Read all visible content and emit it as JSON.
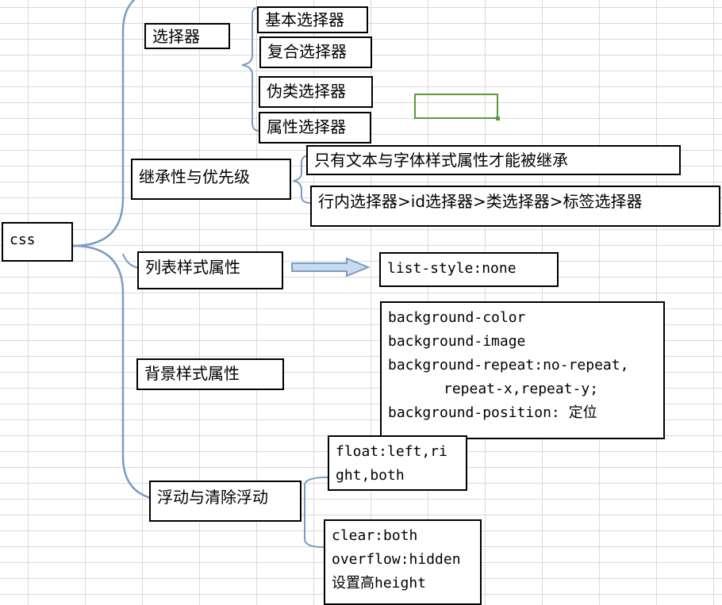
{
  "root": {
    "label": "css"
  },
  "selectors": {
    "label": "选择器",
    "children": [
      "基本选择器",
      "复合选择器",
      "伪类选择器",
      "属性选择器"
    ]
  },
  "inheritance": {
    "label": "继承性与优先级",
    "children": [
      "只有文本与字体样式属性才能被继承",
      "行内选择器>id选择器>类选择器>标签选择器"
    ]
  },
  "list_style": {
    "label": "列表样式属性",
    "value": "list-style:none"
  },
  "background": {
    "label": "背景样式属性",
    "lines": [
      "background-color",
      "background-image",
      "background-repeat:no-repeat,",
      "repeat-x,repeat-y;",
      "background-position: 定位"
    ]
  },
  "float": {
    "label": "浮动与清除浮动",
    "float_lines": [
      "float:left,ri",
      "ght,both"
    ],
    "clear_lines": [
      "clear:both",
      "overflow:hidden",
      "设置高height"
    ]
  },
  "colors": {
    "connector": "#7a9cc4",
    "arrow": "#9db7d8",
    "selected_cell": "#5a9a3a",
    "grid": "#d9d9d9"
  }
}
